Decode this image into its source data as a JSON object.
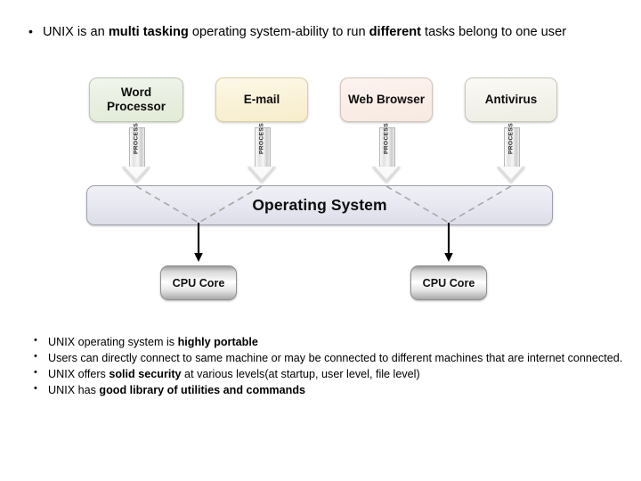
{
  "slide": {
    "title_bullets": [
      {
        "segments": [
          {
            "text": "UNIX is an  ",
            "bold": false
          },
          {
            "text": "multi tasking",
            "bold": true
          },
          {
            "text": " operating system-ability to run ",
            "bold": false
          },
          {
            "text": "different",
            "bold": true
          },
          {
            "text": " tasks belong to one user",
            "bold": false
          }
        ]
      }
    ],
    "bottom_bullets": [
      {
        "segments": [
          {
            "text": "UNIX  operating system is ",
            "bold": false
          },
          {
            "text": "highly portable",
            "bold": true
          }
        ]
      },
      {
        "segments": [
          {
            "text": "Users can directly connect to same machine or  may be connected to different machines that are internet connected.",
            "bold": false
          }
        ]
      },
      {
        "segments": [
          {
            "text": "UNIX offers ",
            "bold": false
          },
          {
            "text": "solid security",
            "bold": true
          },
          {
            "text": " at various levels(at startup, user level, file level)",
            "bold": false
          }
        ]
      },
      {
        "segments": [
          {
            "text": "UNIX has ",
            "bold": false
          },
          {
            "text": "good library of utilities and commands",
            "bold": true
          }
        ]
      }
    ]
  },
  "diagram": {
    "applications": [
      {
        "label": "Word Processor",
        "color": "#e2ebd7"
      },
      {
        "label": "E-mail",
        "color": "#f7eecc"
      },
      {
        "label": "Web Browser",
        "color": "#f8eae2"
      },
      {
        "label": "Antivirus",
        "color": "#efeee4"
      }
    ],
    "arrow_label": "PROCESS",
    "arrow_count": 4,
    "os_box": {
      "label": "Operating System",
      "color": "#e6e7f0"
    },
    "cpu_boxes": [
      {
        "label": "CPU Core"
      },
      {
        "label": "CPU Core"
      }
    ],
    "connector_style": "dashed-grey-converging",
    "cpu_arrow_color": "#000000"
  }
}
